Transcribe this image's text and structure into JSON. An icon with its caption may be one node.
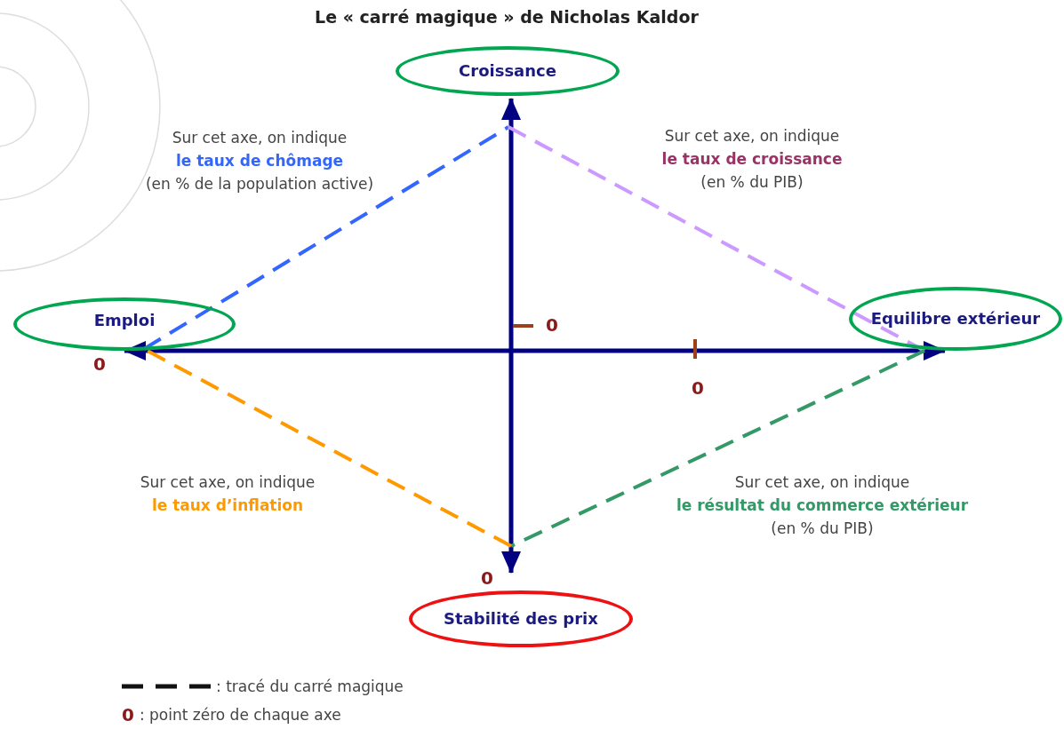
{
  "diagram": {
    "title": "Le « carré magique » de Nicholas Kaldor",
    "nodes": [
      {
        "text": [
          "Croissance"
        ]
      },
      {
        "text": [
          "Emploi"
        ]
      },
      {
        "text": [
          "Equilibre extérieur"
        ]
      },
      {
        "text": [
          "Stabilité des prix"
        ]
      }
    ],
    "edges": [
      {
        "from": 3,
        "to": 0,
        "arrow": "both"
      },
      {
        "from": 1,
        "to": 2,
        "arrow": "both"
      },
      {
        "from": 1,
        "to": 0,
        "arrow": "none",
        "style": "dashed",
        "color": "#3366ff"
      },
      {
        "from": 0,
        "to": 2,
        "arrow": "none",
        "style": "dashed",
        "color": "#cc99ff"
      },
      {
        "from": 2,
        "to": 3,
        "arrow": "none",
        "style": "dashed",
        "color": "#339966"
      },
      {
        "from": 3,
        "to": 1,
        "arrow": "none",
        "style": "dashed",
        "color": "#ff9900"
      }
    ],
    "labels": [
      "Sur cet axe, on indique",
      "le taux de chômage",
      "(en % de la population active)",
      "Sur cet axe, on indique",
      "le taux de croissance",
      "(en % du PIB)",
      "0",
      "0",
      "0",
      "Sur cet axe, on indique",
      "le taux d’inflation",
      "Sur cet axe, on indique",
      "le résultat du commerce extérieur",
      "(en % du PIB)",
      "0",
      "0"
    ],
    "legend": [
      {
        "text": ": tracé du carré magique"
      },
      {
        "text": ": point zéro de chaque axe"
      }
    ]
  }
}
